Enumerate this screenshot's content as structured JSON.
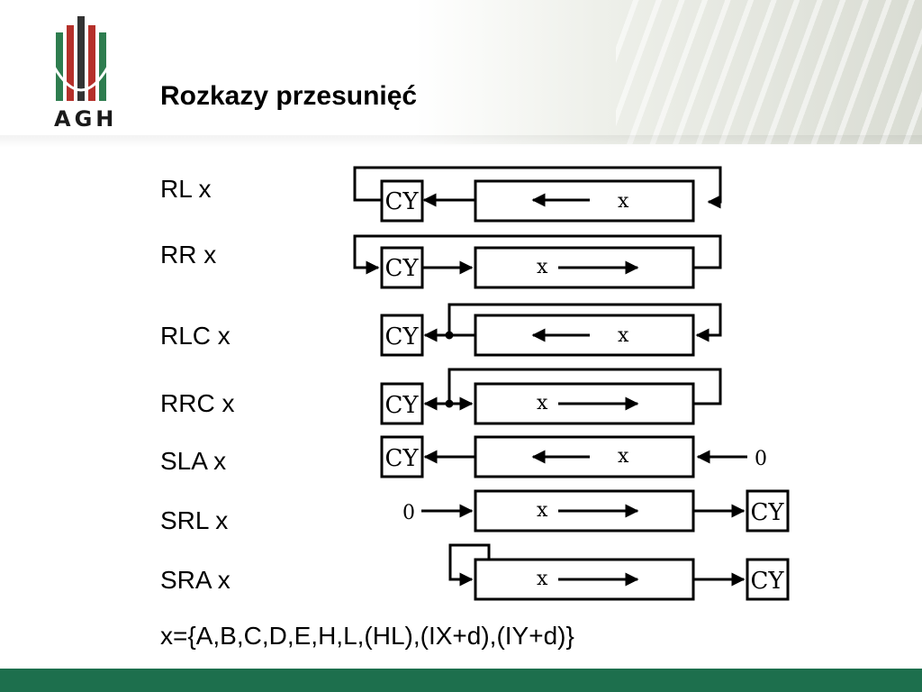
{
  "slide": {
    "title": "Rozkazy przesunięć",
    "logo_text": "AGH",
    "instructions": [
      {
        "label": "RL x",
        "register": "x",
        "carry": "CY"
      },
      {
        "label": "RR x",
        "register": "x",
        "carry": "CY"
      },
      {
        "label": "RLC x",
        "register": "x",
        "carry": "CY"
      },
      {
        "label": "RRC x",
        "register": "x",
        "carry": "CY"
      },
      {
        "label": "SLA x",
        "register": "x",
        "carry": "CY",
        "fill": "0"
      },
      {
        "label": "SRL x",
        "register": "x",
        "carry": "CY",
        "fill": "0"
      },
      {
        "label": "SRA x",
        "register": "x",
        "carry": "CY"
      }
    ],
    "operands_note": "x={A,B,C,D,E,H,L,(HL),(IX+d),(IY+d)}"
  },
  "colors": {
    "footer": "#1d6f4d",
    "logo_green": "#2e7d4f",
    "logo_red": "#b5302a",
    "logo_dark": "#333333"
  }
}
